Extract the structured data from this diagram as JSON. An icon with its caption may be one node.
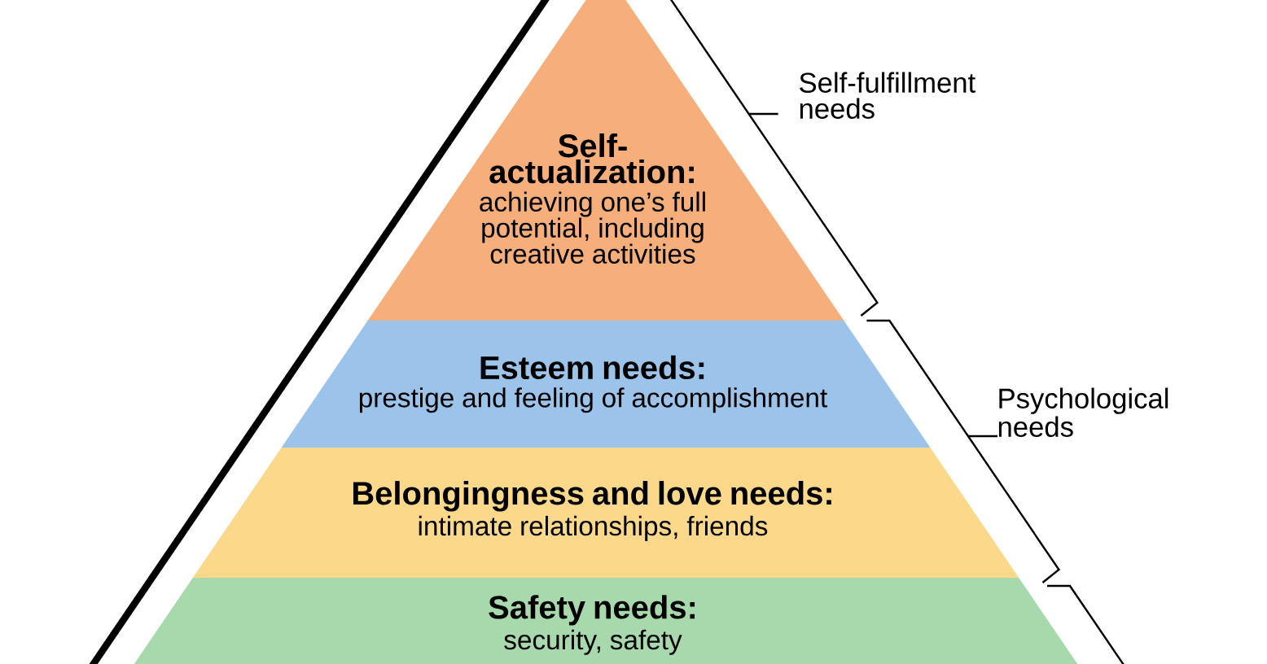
{
  "diagram": {
    "nodes": [
      {
        "text": [
          "Self- actualization:",
          "achieving one’s full potential, including creative activities"
        ]
      },
      {
        "text": [
          "Esteem needs:",
          "prestige and feeling of accomplishment"
        ]
      },
      {
        "text": [
          "Belongingness and love needs:",
          "intimate relationships, friends"
        ]
      },
      {
        "text": [
          "Safety needs:",
          "security, safety"
        ]
      }
    ],
    "labels": [
      "Self-fulfillment needs",
      "Psychological needs"
    ]
  }
}
